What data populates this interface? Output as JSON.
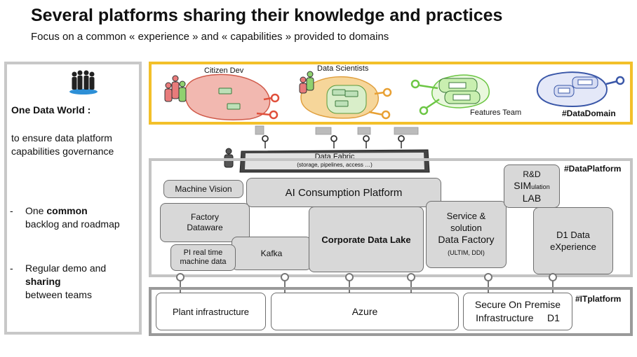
{
  "header": {
    "title": "Several platforms sharing their knowledge and practices",
    "subtitle": "Focus on a common « experience » and « capabilities » provided to domains"
  },
  "sidebar": {
    "heading": "One Data World :",
    "intro": "to ensure data platform capabilities governance",
    "bullets": [
      {
        "dash": "-",
        "pre": "One ",
        "bold": "common",
        "post": "backlog and roadmap"
      },
      {
        "dash": "-",
        "pre": "Regular demo and ",
        "bold": "sharing",
        "post": "between teams"
      }
    ]
  },
  "domains": {
    "tag": "#DataDomain",
    "citizen_dev": "Citizen Dev",
    "data_scientists": "Data Scientists",
    "features_team": "Features Team"
  },
  "data_fabric": {
    "label": "Data Fabric",
    "sub": "(storage, pipelines, access …)"
  },
  "data_platform": {
    "tag": "#DataPlatform",
    "machine_vision": "Machine Vision",
    "ai_consumption": "AI Consumption Platform",
    "factory_dataware_1": "Factory",
    "factory_dataware_2": "Dataware",
    "pi_realtime_1": "PI real time",
    "pi_realtime_2": "machine data",
    "kafka": "Kafka",
    "corporate_lake": "Corporate Data Lake",
    "service_1": "Service &",
    "service_2": "solution",
    "service_3": "Data Factory",
    "service_4": "(ULTIM, DDI)",
    "rd_1": "R&D",
    "rd_sim": "SIM",
    "rd_ulation": "ulation",
    "rd_lab": "LAB",
    "d1_1": "D1 Data",
    "d1_2": "eXperience"
  },
  "it_platform": {
    "tag": "#ITplatform",
    "plant": "Plant infrastructure",
    "azure": "Azure",
    "secure_1": "Secure On Premise",
    "secure_2": "Infrastructure     D1"
  },
  "colors": {
    "domain_frame": "#f3c02a",
    "citizen_blob": "#f2b8b0",
    "scientist_blob": "#f6d69a",
    "features_blob": "#c9efb0",
    "datadomain_blob": "#d6dcf3",
    "connector_red": "#e0503c",
    "connector_orange": "#e8a033",
    "connector_green": "#6cc644",
    "connector_blue": "#3a57a8"
  }
}
